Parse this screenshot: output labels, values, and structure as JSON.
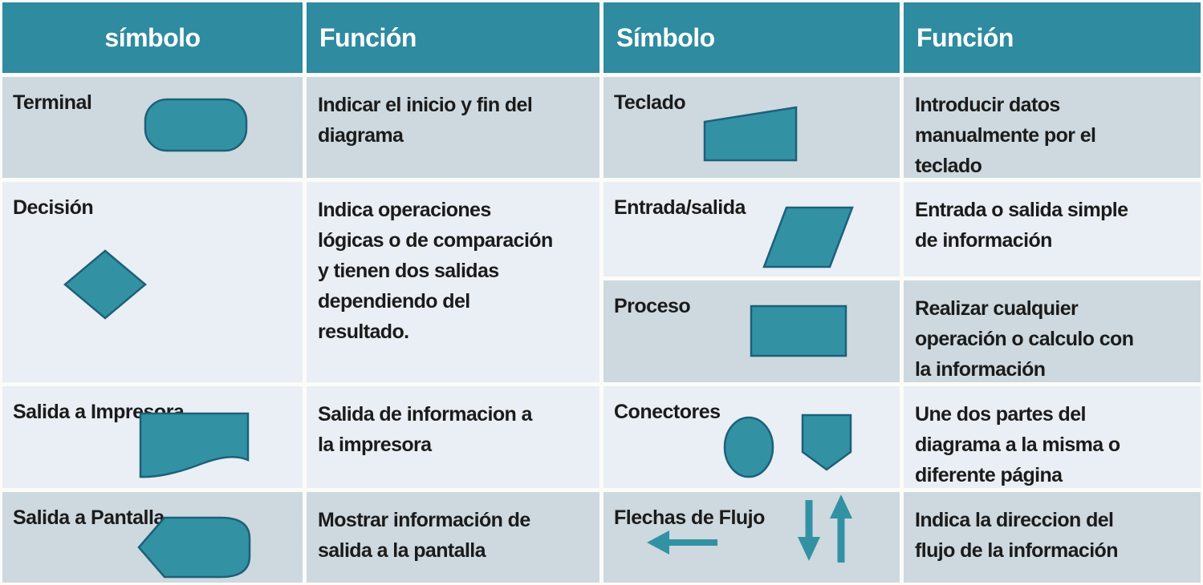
{
  "colors": {
    "header-bg": "#2E8BA0",
    "shape-fill": "#3292A4",
    "shape-stroke": "#1D607A",
    "row-dark": "#CDD9DE",
    "row-light": "#E9EFF4",
    "text": "#1B1B1B",
    "header-text": "#FDFEFE",
    "frame": "#FBFCFA"
  },
  "headers": {
    "col1": "símbolo",
    "col2": "Función",
    "col3": "Símbolo",
    "col4": "Función"
  },
  "rows": [
    {
      "sym_l": "Terminal",
      "shape_l": "terminal-rounded-rectangle",
      "fn_l": "Indicar el inicio y fin del\ndiagrama",
      "sym_r": "Teclado",
      "shape_r": "manual-input-quadrilateral",
      "fn_r": "Introducir datos\nmanualmente por el\nteclado"
    },
    {
      "sym_l": "Entrada/salida",
      "shape_l": "input-output-parallelogram",
      "fn_l": "Entrada o salida simple\nde información",
      "sym_r": "Decisión",
      "shape_r": "decision-diamond",
      "fn_r": "Indica operaciones\nlógicas o de comparación\ny tienen dos salidas\ndependiendo del\nresultado."
    },
    {
      "sym_l": "Proceso",
      "shape_l": "process-rectangle",
      "fn_l": "Realizar cualquier\noperación o calculo con\nla información"
    },
    {
      "sym_l": "Salida a Impresora",
      "shape_l": "printer-output-document",
      "fn_l": "Salida de informacion a\nla impresora",
      "sym_r": "Conectores",
      "shape_r": "connector-circle-and-pentagon",
      "fn_r": "Une dos partes del\ndiagrama a la misma o\ndiferente página"
    },
    {
      "sym_l": "Salida a Pantalla",
      "shape_l": "screen-output-display",
      "fn_l": "Mostrar información de\nsalida a la pantalla",
      "sym_r": "Flechas de Flujo",
      "shape_r": "flow-direction-arrows",
      "fn_r": "Indica la direccion del\nflujo de la información"
    }
  ]
}
